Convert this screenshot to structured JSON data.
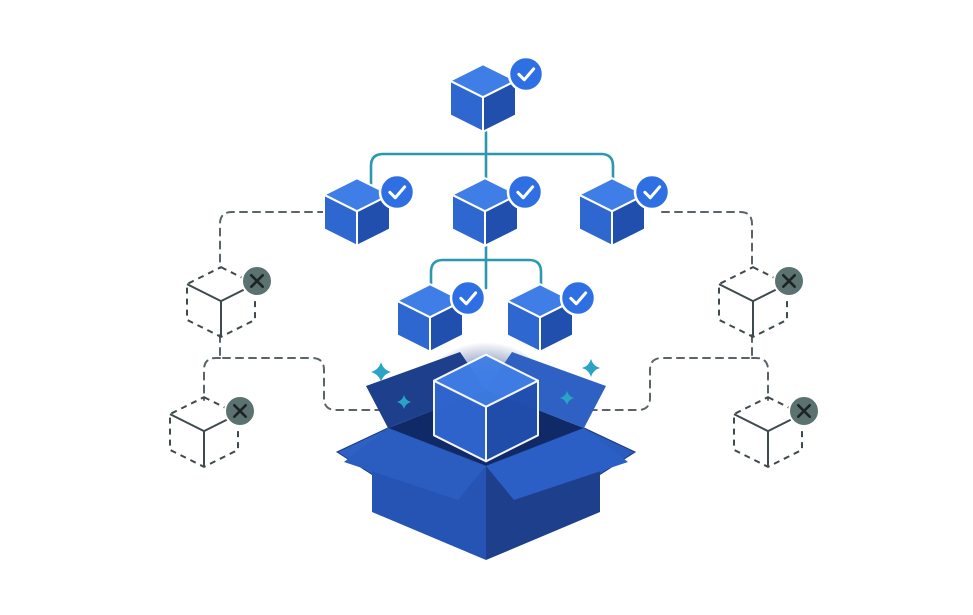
{
  "colors": {
    "background": "#ffffff",
    "cube_top": "#3f7ee6",
    "cube_left": "#2f67d0",
    "cube_right": "#214fae",
    "cube_edge": "#ffffff",
    "check_badge": "#2f6fe4",
    "check_mark": "#ffffff",
    "tree_connector": "#2c98ae",
    "dashed_connector": "#5a6468",
    "ghost_cube_edge": "#3f4a4e",
    "x_badge": "#5c7270",
    "x_mark": "#1c2526",
    "box_front": "#2654b4",
    "box_side": "#1d3f8c",
    "box_flap": "#2f61c4",
    "box_interior": "#0f2a66",
    "glow": "#2a63d8",
    "sparkle": "#2aa3c4"
  },
  "icons": {
    "verified": "check-badge-icon",
    "rejected": "x-badge-icon",
    "sparkle": "sparkle-icon"
  },
  "tree": {
    "root": {
      "status": "verified"
    },
    "level_one": [
      {
        "status": "verified"
      },
      {
        "status": "verified"
      },
      {
        "status": "verified"
      }
    ],
    "level_two": [
      {
        "status": "verified"
      },
      {
        "status": "verified"
      }
    ]
  },
  "rejected_modules": [
    {
      "side": "left",
      "status": "rejected"
    },
    {
      "side": "left",
      "status": "rejected"
    },
    {
      "side": "right",
      "status": "rejected"
    },
    {
      "side": "right",
      "status": "rejected"
    }
  ],
  "package_box": {
    "state": "open",
    "contents": "cube"
  }
}
